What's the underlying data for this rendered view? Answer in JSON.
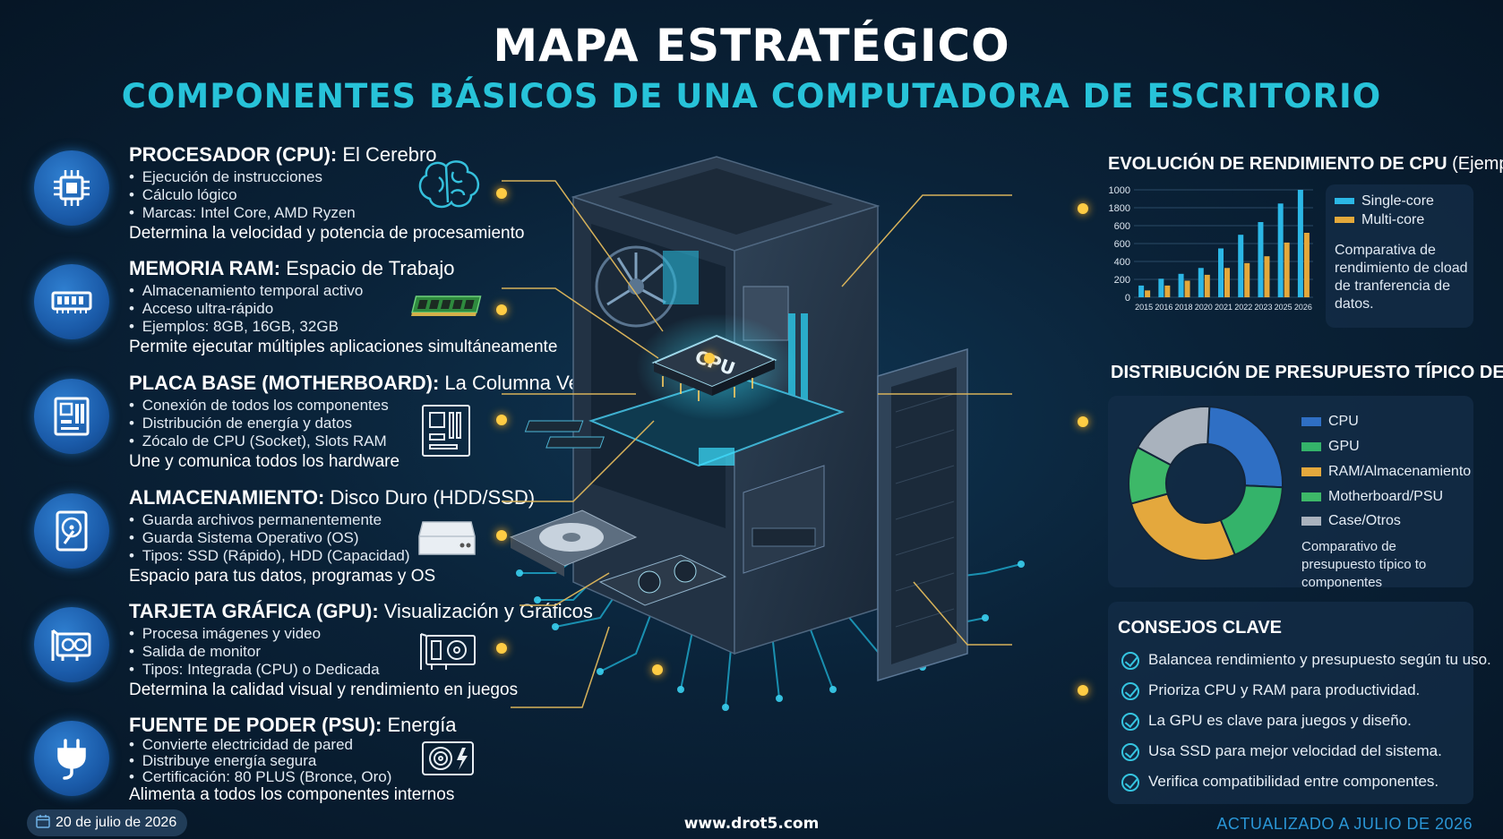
{
  "header": {
    "title": "MAPA ESTRATÉGICO",
    "subtitle": "COMPONENTES BÁSICOS DE UNA COMPUTADORA DE ESCRITORIO"
  },
  "components": [
    {
      "name": "PROCESADOR (CPU):",
      "tag": "El Cerebro",
      "bullets": [
        "Ejecución de instrucciones",
        "Cálculo lógico",
        "Marcas: Intel Core, AMD Ryzen"
      ],
      "summary": "Determina la velocidad y potencia de procesamiento",
      "icon": "cpu-chip-icon",
      "thumb": "brain-icon"
    },
    {
      "name": "MEMORIA RAM:",
      "tag": "Espacio de Trabajo",
      "bullets": [
        "Almacenamiento temporal activo",
        "Acceso ultra-rápido",
        "Ejemplos: 8GB, 16GB, 32GB"
      ],
      "summary": "Permite ejecutar múltiples aplicaciones simultáneamente",
      "icon": "ram-module-icon",
      "thumb": "ram-stick-icon"
    },
    {
      "name": "PLACA BASE (MOTHERBOARD):",
      "tag": "La Columna Vertebral",
      "bullets": [
        "Conexión de todos los componentes",
        "Distribución de energía y datos",
        "Zócalo de CPU (Socket), Slots RAM"
      ],
      "summary": "Une y comunica todos los hardware",
      "icon": "motherboard-icon",
      "thumb": "motherboard-outline-icon"
    },
    {
      "name": "ALMACENAMIENTO:",
      "tag": "Disco Duro (HDD/SSD)",
      "bullets": [
        "Guarda archivos permanentemente",
        "Guarda Sistema Operativo (OS)",
        "Tipos: SSD (Rápido), HDD (Capacidad)"
      ],
      "summary": "Espacio para tus datos, programas y OS",
      "icon": "hard-disk-icon",
      "thumb": "drive-box-icon"
    },
    {
      "name": "TARJETA GRÁFICA (GPU):",
      "tag": "Visualización y Gráficos",
      "bullets": [
        "Procesa imágenes y video",
        "Salida de monitor",
        "Tipos: Integrada (CPU) o Dedicada"
      ],
      "summary": "Determina la calidad visual y rendimiento en juegos",
      "icon": "graphics-card-icon",
      "thumb": "graphics-card-outline-icon"
    },
    {
      "name": "FUENTE DE PODER (PSU):",
      "tag": "Energía",
      "bullets": [
        "Convierte electricidad de pared",
        "Distribuye energía segura",
        "Certificación: 80 PLUS (Bronce, Oro)"
      ],
      "summary": "Alimenta a todos los componentes internos",
      "icon": "power-plug-icon",
      "thumb": "power-supply-icon"
    }
  ],
  "diagram": {
    "cpu_label": "CPU"
  },
  "chart_data": [
    {
      "type": "bar",
      "title": "EVOLUCIÓN DE RENDIMIENTO DE CPU",
      "title_suffix": "(Ejemplo)",
      "categories": [
        "2015",
        "2016",
        "2018",
        "2020",
        "2021",
        "2022",
        "2023",
        "2025",
        "2026"
      ],
      "y_ticks": [
        "1000",
        "1800",
        "600",
        "600",
        "400",
        "200",
        "0"
      ],
      "ylim": [
        0,
        1100
      ],
      "series": [
        {
          "name": "Single-core",
          "color": "#2bb7e6",
          "values": [
            120,
            190,
            240,
            300,
            500,
            640,
            770,
            960,
            1140
          ]
        },
        {
          "name": "Multi-core",
          "color": "#e3a83b",
          "values": [
            70,
            120,
            170,
            230,
            300,
            350,
            420,
            560,
            660
          ]
        }
      ],
      "note": "Comparativa de rendimiento de cload de tranferencia de datos."
    },
    {
      "type": "pie",
      "title": "DISTRIBUCIÓN DE PRESUPUESTO TÍPICO DE PC",
      "slices": [
        {
          "label": "CPU",
          "value": 25,
          "color": "#2f6fc4"
        },
        {
          "label": "GPU",
          "value": 18,
          "color": "#34b36a"
        },
        {
          "label": "RAM/Almacenamiento",
          "value": 27,
          "color": "#e4a83d"
        },
        {
          "label": "Motherboard/PSU",
          "value": 12,
          "color": "#3db868"
        },
        {
          "label": "Case/Otros",
          "value": 18,
          "color": "#a9b2bd"
        }
      ],
      "note": "Comparativo de presupuesto típico to componentes"
    }
  ],
  "tips": {
    "title": "CONSEJOS CLAVE",
    "items": [
      "Balancea rendimiento y presupuesto según tu uso.",
      "Prioriza CPU y RAM para productividad.",
      "La GPU es clave para juegos y diseño.",
      "Usa SSD para mejor velocidad del sistema.",
      "Verifica compatibilidad entre componentes."
    ]
  },
  "footer": {
    "date": "20 de julio de 2026",
    "url": "www.drot5.com",
    "updated": "ACTUALIZADO A JULIO DE 2026"
  }
}
